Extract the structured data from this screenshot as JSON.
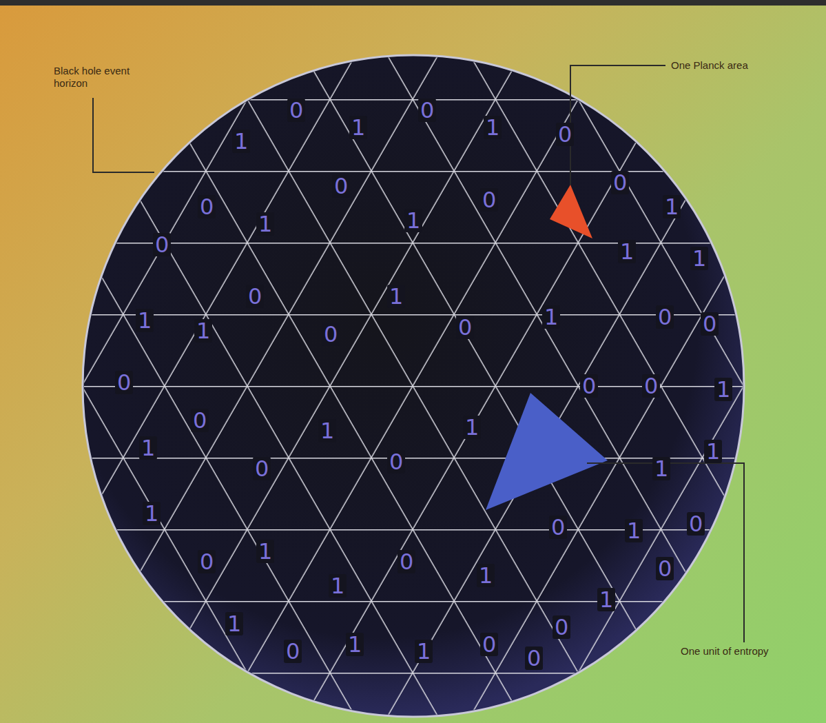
{
  "diagram": {
    "labels": [
      "Black hole event horizon",
      "One Planck area",
      "One unit of entropy",
      "0",
      "1",
      "0",
      "1",
      "0",
      "1",
      "0",
      "0",
      "0",
      "1",
      "0",
      "1",
      "1",
      "0",
      "1",
      "1",
      "0",
      "1",
      "1",
      "0",
      "0",
      "1",
      "1",
      "0",
      "0",
      "0",
      "0",
      "0",
      "1",
      "0",
      "1",
      "1",
      "1",
      "0",
      "0",
      "1",
      "1",
      "1",
      "0",
      "1",
      "0",
      "0",
      "1",
      "0",
      "1",
      "0",
      "1",
      "1",
      "1",
      "0",
      "0",
      "1",
      "1",
      "0",
      "0"
    ]
  }
}
